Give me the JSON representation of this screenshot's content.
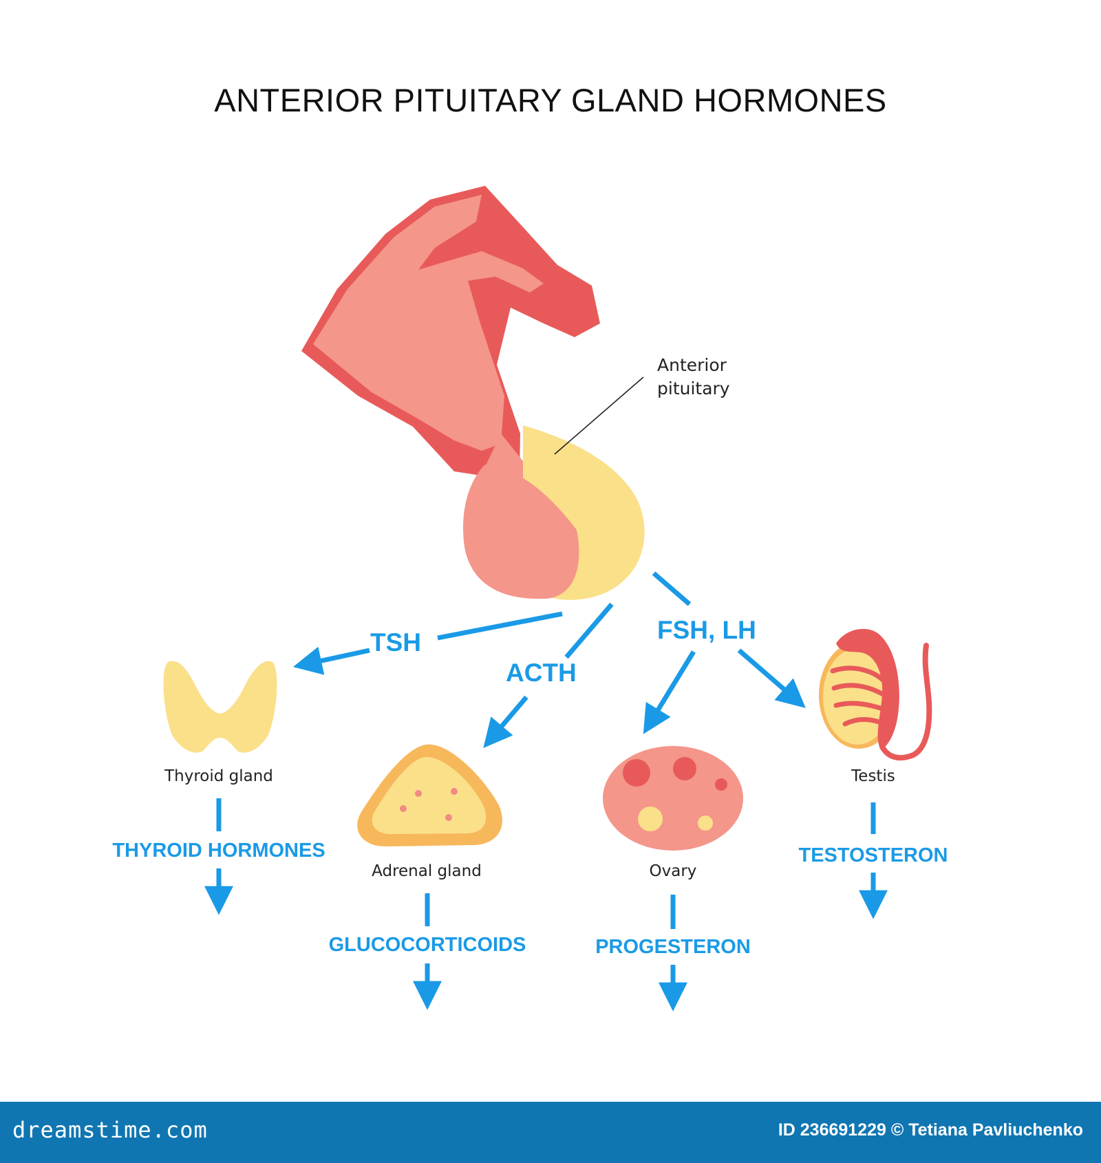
{
  "title": "ANTERIOR PITUITARY GLAND HORMONES",
  "callout": {
    "line1": "Anterior",
    "line2": "pituitary"
  },
  "stimulating_hormones": {
    "tsh": "TSH",
    "acth": "ACTH",
    "fsh_lh": "FSH, LH"
  },
  "organs": {
    "thyroid": "Thyroid gland",
    "adrenal": "Adrenal gland",
    "ovary": "Ovary",
    "testis": "Testis"
  },
  "secreted_hormones": {
    "thyroid": "THYROID HORMONES",
    "adrenal": "GLUCOCORTICOIDS",
    "ovary": "PROGESTERON",
    "testis": "TESTOSTERON"
  },
  "footer": {
    "logo": "dreamstime.com",
    "credit": "ID 236691229 © Tetiana Pavliuchenko"
  },
  "colors": {
    "arrow": "#1a9ae6",
    "pink": "#f4968a",
    "red": "#e85a5a",
    "yellow": "#fbe08a",
    "footer": "#1076b2"
  }
}
